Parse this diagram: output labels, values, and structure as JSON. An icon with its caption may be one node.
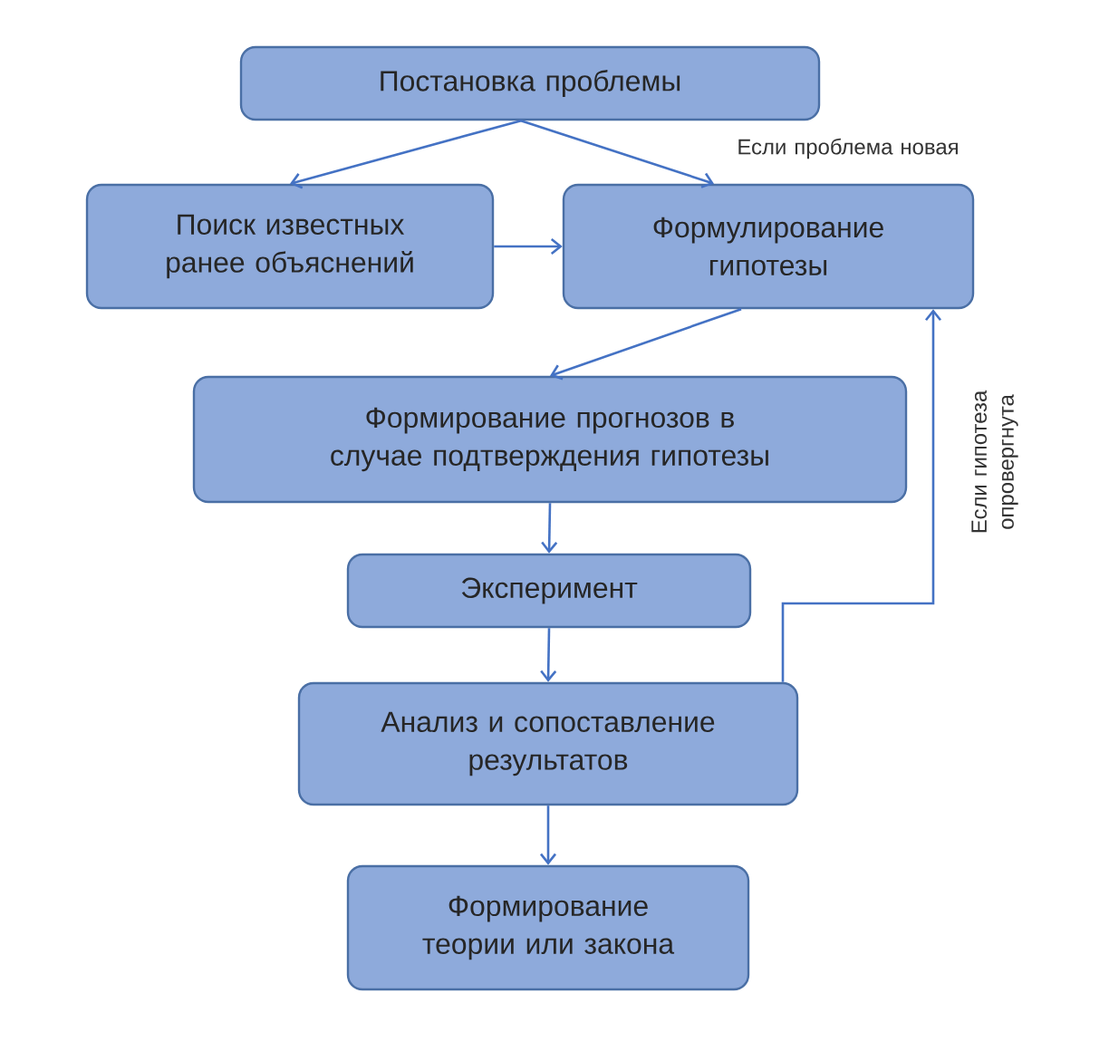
{
  "diagram": {
    "nodes": [
      {
        "text": [
          "Постановка проблемы"
        ]
      },
      {
        "text": [
          "Поиск известных ранее объяснений"
        ]
      },
      {
        "text": [
          "Формулирование гипотезы"
        ]
      },
      {
        "text": [
          "Формирование прогнозов в случае подтверждения гипотезы"
        ]
      },
      {
        "text": [
          "Эксперимент"
        ]
      },
      {
        "text": [
          "Анализ и сопоставление результатов"
        ]
      },
      {
        "text": [
          "Формирование теории или закона"
        ]
      }
    ],
    "edges": [
      {
        "from": 0,
        "to": 1,
        "arrow": "to"
      },
      {
        "from": 0,
        "to": 2,
        "arrow": "to",
        "label": "Если проблема новая"
      },
      {
        "from": 1,
        "to": 2,
        "arrow": "to"
      },
      {
        "from": 2,
        "to": 3,
        "arrow": "to"
      },
      {
        "from": 3,
        "to": 4,
        "arrow": "to"
      },
      {
        "from": 4,
        "to": 5,
        "arrow": "to"
      },
      {
        "from": 5,
        "to": 2,
        "arrow": "to",
        "label": "Если гипотеза опровергнута"
      },
      {
        "from": 5,
        "to": 6,
        "arrow": "to"
      }
    ]
  }
}
